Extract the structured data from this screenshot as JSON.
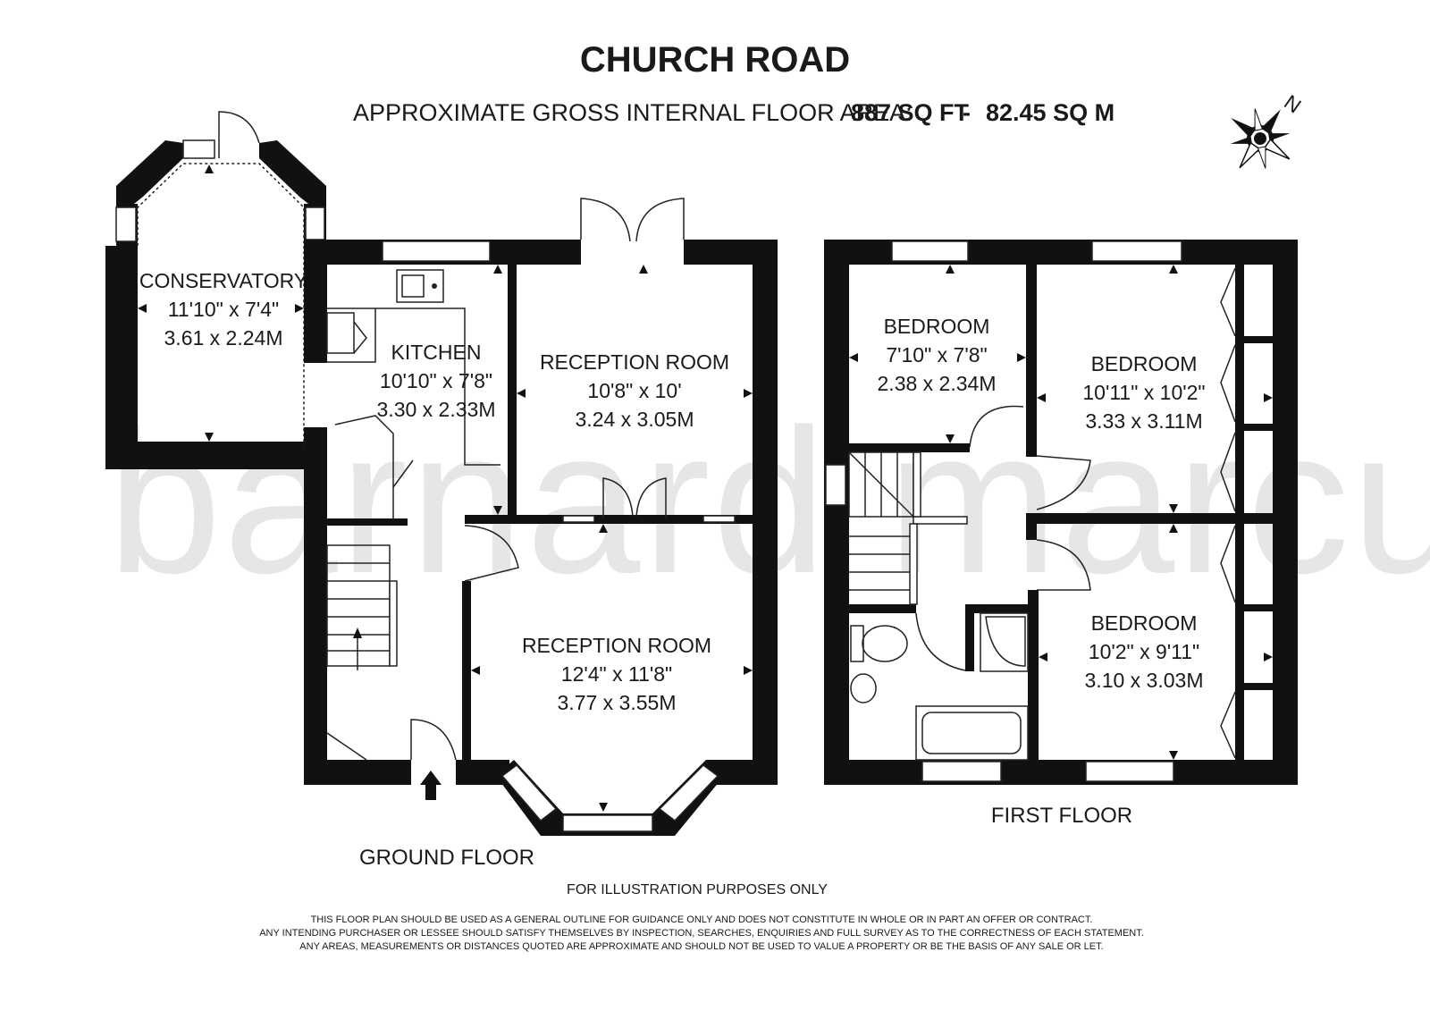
{
  "header": {
    "title": "CHURCH ROAD",
    "area_label": "APPROXIMATE GROSS INTERNAL FLOOR AREA:",
    "area_sqft": "887 SQ FT",
    "area_sep": "-",
    "area_sqm": "82.45 SQ M"
  },
  "compass": {
    "north_label": "N"
  },
  "watermark": "barnard marcus",
  "ground_floor": {
    "label": "GROUND FLOOR",
    "rooms": [
      {
        "name": "CONSERVATORY",
        "imperial": "11'10\" x 7'4\"",
        "metric": "3.61 x 2.24M"
      },
      {
        "name": "KITCHEN",
        "imperial": "10'10\" x 7'8\"",
        "metric": "3.30 x 2.33M"
      },
      {
        "name": "RECEPTION ROOM",
        "imperial": "10'8\" x 10'",
        "metric": "3.24 x 3.05M"
      },
      {
        "name": "RECEPTION ROOM",
        "imperial": "12'4\" x 11'8\"",
        "metric": "3.77 x 3.55M"
      }
    ]
  },
  "first_floor": {
    "label": "FIRST FLOOR",
    "rooms": [
      {
        "name": "BEDROOM",
        "imperial": "7'10\" x 7'8\"",
        "metric": "2.38 x 2.34M"
      },
      {
        "name": "BEDROOM",
        "imperial": "10'11\" x 10'2\"",
        "metric": "3.33 x 3.11M"
      },
      {
        "name": "BEDROOM",
        "imperial": "10'2\" x 9'11\"",
        "metric": "3.10 x 3.03M"
      }
    ]
  },
  "footer": {
    "illustration": "FOR ILLUSTRATION PURPOSES ONLY",
    "disclaimer": [
      "THIS FLOOR PLAN SHOULD BE USED AS A GENERAL OUTLINE FOR GUIDANCE ONLY AND DOES NOT CONSTITUTE IN WHOLE OR IN PART AN OFFER OR CONTRACT.",
      "ANY INTENDING PURCHASER OR LESSEE SHOULD SATISFY THEMSELVES BY INSPECTION, SEARCHES, ENQUIRIES AND FULL SURVEY AS TO THE CORRECTNESS OF EACH STATEMENT.",
      "ANY AREAS, MEASUREMENTS OR DISTANCES QUOTED ARE APPROXIMATE AND SHOULD NOT BE USED TO VALUE A PROPERTY OR BE THE BASIS OF ANY SALE OR LET."
    ]
  }
}
